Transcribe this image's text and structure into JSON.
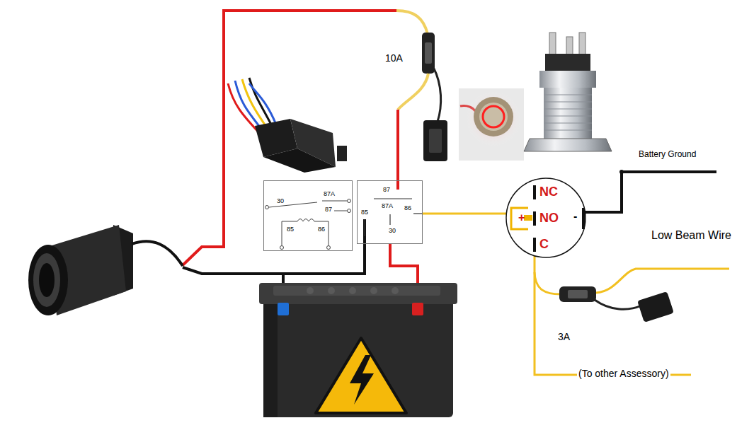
{
  "diagram": {
    "nodes": [
      {
        "text": [
          "30",
          "87A",
          "87",
          "85",
          "86"
        ]
      },
      {
        "text": [
          "87",
          "87A",
          "85",
          "86",
          "30"
        ]
      },
      {
        "text": [
          "NC",
          "NO",
          "C",
          "+",
          "-"
        ]
      }
    ],
    "edges": [
      {
        "from": 1,
        "to": 2,
        "arrow": "none"
      }
    ],
    "labels": [
      "10A",
      "Battery Ground",
      "Low Beam Wire",
      "3A",
      "(To other Assessory)"
    ]
  }
}
